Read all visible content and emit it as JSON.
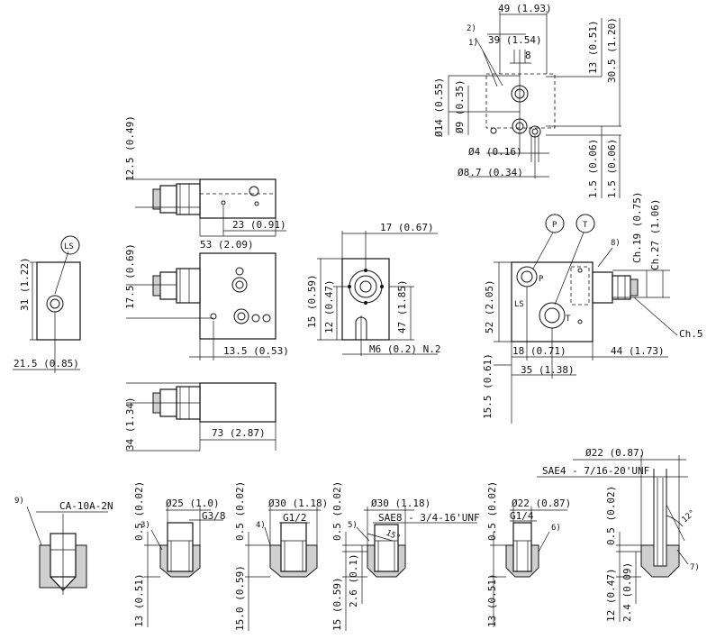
{
  "balloons": {
    "ls": "LS",
    "p": "P",
    "t": "T"
  },
  "port_marks": {
    "ls": "LS",
    "p": "P",
    "t": "T"
  },
  "notes": {
    "n1": "1)",
    "n2": "2)",
    "n3": "3)",
    "n4": "4)",
    "n5": "5)",
    "n6": "6)",
    "n7": "7)",
    "n8": "8)",
    "n9": "9)"
  },
  "top_detail": {
    "d49": "49 (1.93)",
    "d39": "39 (1.54)",
    "d8": "8",
    "d13": "13 (0.51)",
    "d30_5": "30.5 (1.20)",
    "dia14": "Ø14 (0.55)",
    "dia9": "Ø9 (0.35)",
    "dia4": "Ø4 (0.16)",
    "dia8_7": "Ø8.7 (0.34)",
    "d1_5a": "1.5 (0.06)",
    "d1_5b": "1.5 (0.06)"
  },
  "left_view": {
    "d31": "31 (1.22)",
    "d21_5": "21.5 (0.85)"
  },
  "top_view": {
    "d12_5": "12.5 (0.49)",
    "d23": "23 (0.91)",
    "d53": "53 (2.09)"
  },
  "front_view": {
    "d17_5": "17.5 (0.69)",
    "d13_5": "13.5 (0.53)"
  },
  "bottom_view": {
    "d34": "34 (1.34)",
    "d73": "73 (2.87)"
  },
  "side_view": {
    "d17": "17 (0.67)",
    "d15": "15 (0.59)",
    "d12": "12 (0.47)",
    "d47": "47 (1.85)",
    "m6": "M6 (0.2) N.2"
  },
  "port_view": {
    "ch19": "Ch.19 (0.75)",
    "ch27": "Ch.27 (1.06)",
    "d52": "52 (2.05)",
    "d18": "18 (0.71)",
    "d35": "35 (1.38)",
    "d44": "44 (1.73)",
    "d15_5": "15.5 (0.61)",
    "ch5": "Ch.5"
  },
  "cavities": {
    "c9": {
      "label": "CA-10A-2N"
    },
    "c3": {
      "dia": "Ø25 (1.0)",
      "thread": "G3/8",
      "d_top": "0.5 (0.02)",
      "d_depth": "13 (0.51)"
    },
    "c4": {
      "dia": "Ø30 (1.18)",
      "thread": "G1/2",
      "d_top": "0.5 (0.02)",
      "d_depth": "15.0 (0.59)"
    },
    "c5": {
      "dia": "Ø30 (1.18)",
      "thread": "SAE8 - 3/4-16'UNF",
      "angle": "15°",
      "d_top": "0.5 (0.02)",
      "d_depth": "15 (0.59)",
      "d_small": "2.6 (0.1)"
    },
    "c6": {
      "dia": "Ø22 (0.87)",
      "thread": "G1/4",
      "d_top": "0.5 (0.02)",
      "d_depth": "13 (0.51)"
    },
    "c7": {
      "dia": "Ø22 (0.87)",
      "thread": "SAE4 - 7/16-20'UNF",
      "angle": "12°",
      "d_top": "0.5 (0.02)",
      "d_depth": "12 (0.47)",
      "d_small": "2.4 (0.09)"
    }
  }
}
